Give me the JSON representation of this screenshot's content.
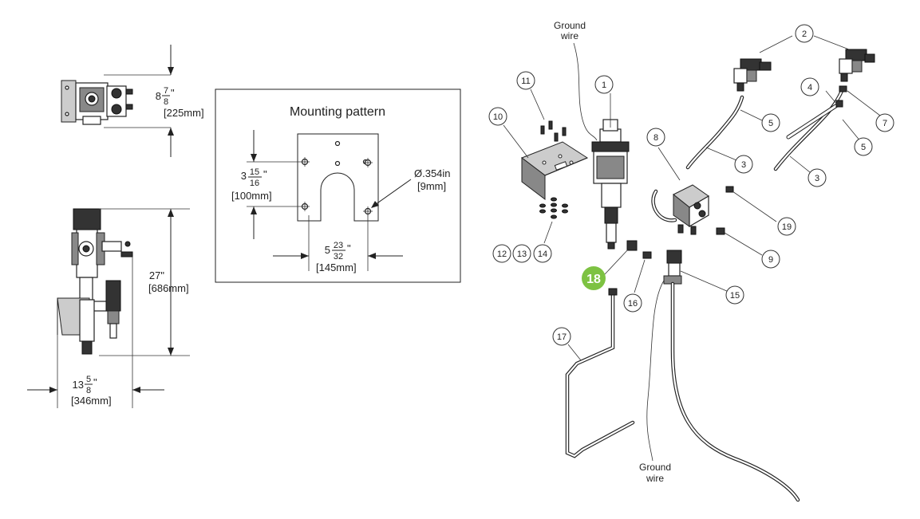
{
  "mounting": {
    "title": "Mounting pattern",
    "height_whole": "3",
    "height_num": "15",
    "height_den": "16",
    "height_in_mark": "\"",
    "height_mm": "[100mm]",
    "width_whole": "5",
    "width_num": "23",
    "width_den": "32",
    "width_in_mark": "\"",
    "width_mm": "[145mm]",
    "hole_dia": "Ø.354in",
    "hole_mm": "[9mm]"
  },
  "top_view": {
    "dim_whole": "8",
    "dim_num": "7",
    "dim_den": "8",
    "dim_in_mark": "\"",
    "dim_mm": "[225mm]"
  },
  "side_view": {
    "height_in": "27\"",
    "height_mm": "[686mm]",
    "width_whole": "13",
    "width_num": "5",
    "width_den": "8",
    "width_in_mark": "\"",
    "width_mm": "[346mm]"
  },
  "ground_wire_top": [
    "Ground",
    "wire"
  ],
  "ground_wire_bottom": [
    "Ground",
    "wire"
  ],
  "callouts": [
    "1",
    "2",
    "3",
    "3",
    "4",
    "5",
    "5",
    "7",
    "8",
    "9",
    "10",
    "11",
    "12",
    "13",
    "14",
    "15",
    "16",
    "17",
    "19"
  ],
  "highlight": {
    "label": "18",
    "color": "#7dc242"
  }
}
